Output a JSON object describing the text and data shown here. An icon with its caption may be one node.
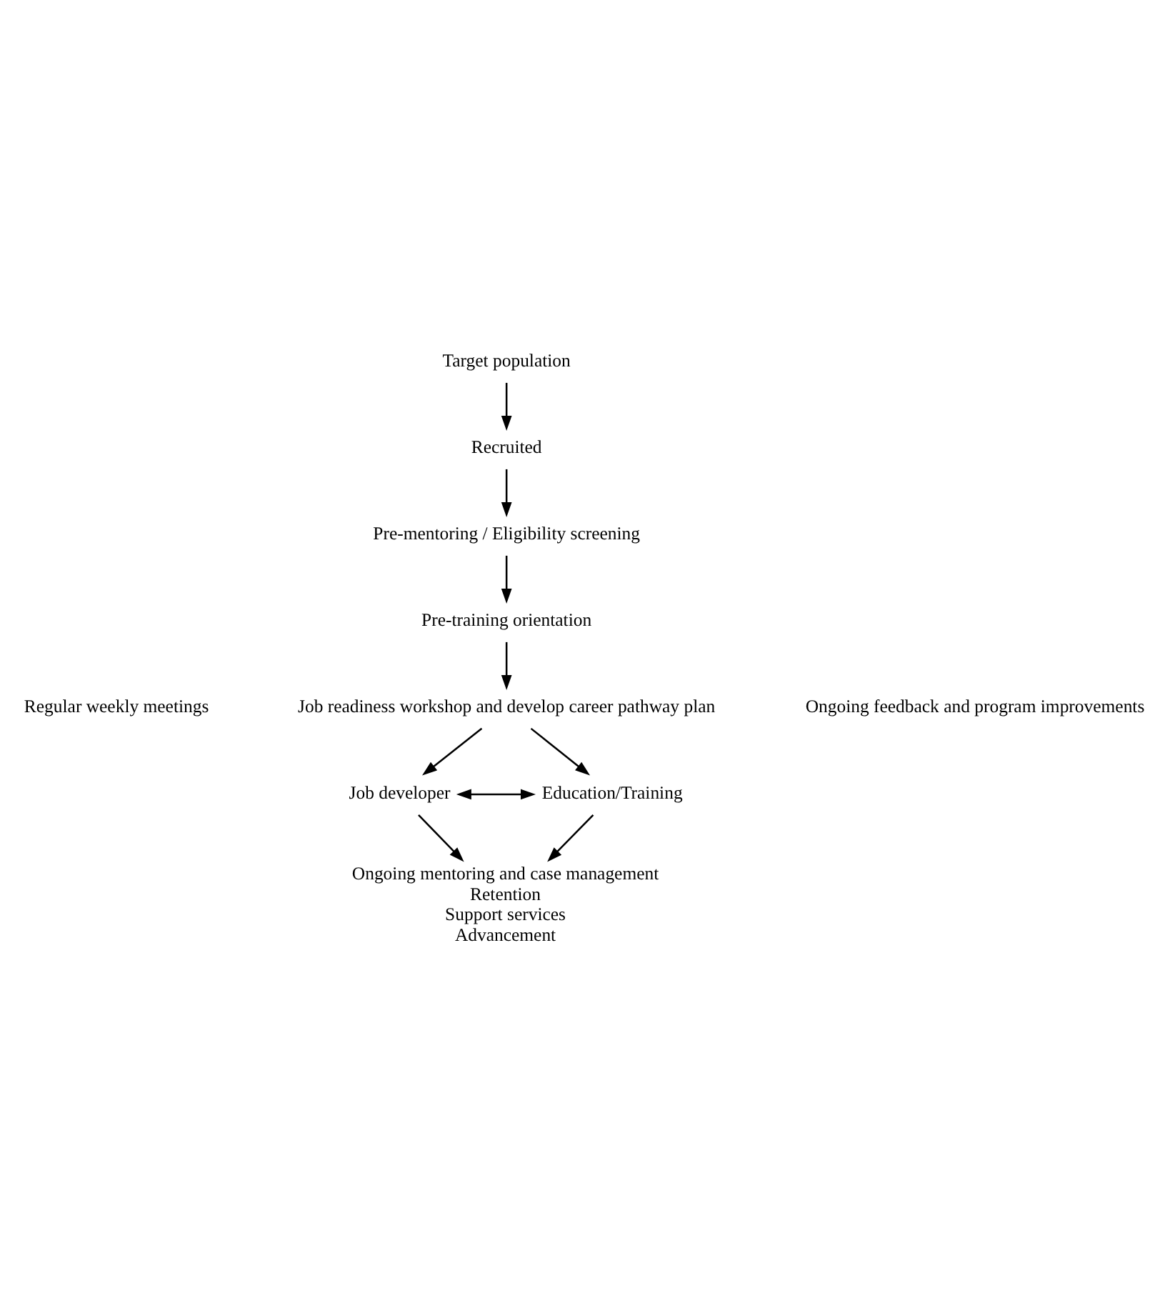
{
  "diagram": {
    "nodes": [
      {
        "text": [
          "Target population"
        ]
      },
      {
        "text": [
          "Recruited"
        ]
      },
      {
        "text": [
          "Pre-mentoring / Eligibility screening"
        ]
      },
      {
        "text": [
          "Pre-training orientation"
        ]
      },
      {
        "text": [
          "Job readiness workshop and develop career pathway plan"
        ]
      },
      {
        "text": [
          "Job developer"
        ]
      },
      {
        "text": [
          "Education/Training"
        ]
      },
      {
        "text": [
          "Ongoing mentoring and case management",
          "Retention",
          "Support services",
          "Advancement"
        ]
      }
    ],
    "edges": [
      {
        "from": 0,
        "to": 1,
        "arrow": "to"
      },
      {
        "from": 1,
        "to": 2,
        "arrow": "to"
      },
      {
        "from": 2,
        "to": 3,
        "arrow": "to"
      },
      {
        "from": 3,
        "to": 4,
        "arrow": "to"
      },
      {
        "from": 4,
        "to": 5,
        "arrow": "to"
      },
      {
        "from": 4,
        "to": 6,
        "arrow": "to"
      },
      {
        "from": 5,
        "to": 6,
        "arrow": "both"
      },
      {
        "from": 5,
        "to": 7,
        "arrow": "to"
      },
      {
        "from": 6,
        "to": 7,
        "arrow": "to"
      }
    ],
    "labels": [
      "Regular weekly meetings",
      "Ongoing feedback and program improvements"
    ]
  }
}
